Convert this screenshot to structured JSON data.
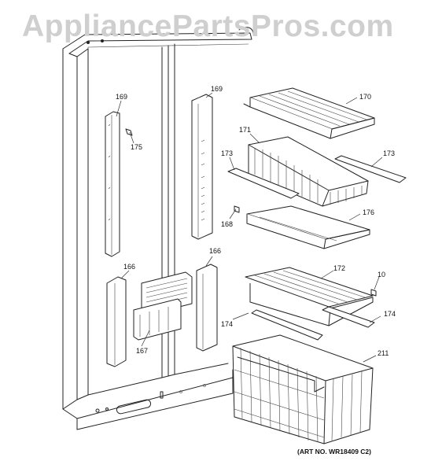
{
  "watermark": "AppliancePartsPros.com",
  "art_number": "(ART NO. WR18409 C2)",
  "callouts": [
    {
      "id": "169-left",
      "label": "169"
    },
    {
      "id": "175",
      "label": "175"
    },
    {
      "id": "169-right",
      "label": "169"
    },
    {
      "id": "170",
      "label": "170"
    },
    {
      "id": "171",
      "label": "171"
    },
    {
      "id": "173-left",
      "label": "173"
    },
    {
      "id": "173-right",
      "label": "173"
    },
    {
      "id": "168",
      "label": "168"
    },
    {
      "id": "176",
      "label": "176"
    },
    {
      "id": "166-left",
      "label": "166"
    },
    {
      "id": "166-right",
      "label": "166"
    },
    {
      "id": "167",
      "label": "167"
    },
    {
      "id": "172",
      "label": "172"
    },
    {
      "id": "10",
      "label": "10"
    },
    {
      "id": "174-left",
      "label": "174"
    },
    {
      "id": "174-right",
      "label": "174"
    },
    {
      "id": "211",
      "label": "211"
    }
  ]
}
